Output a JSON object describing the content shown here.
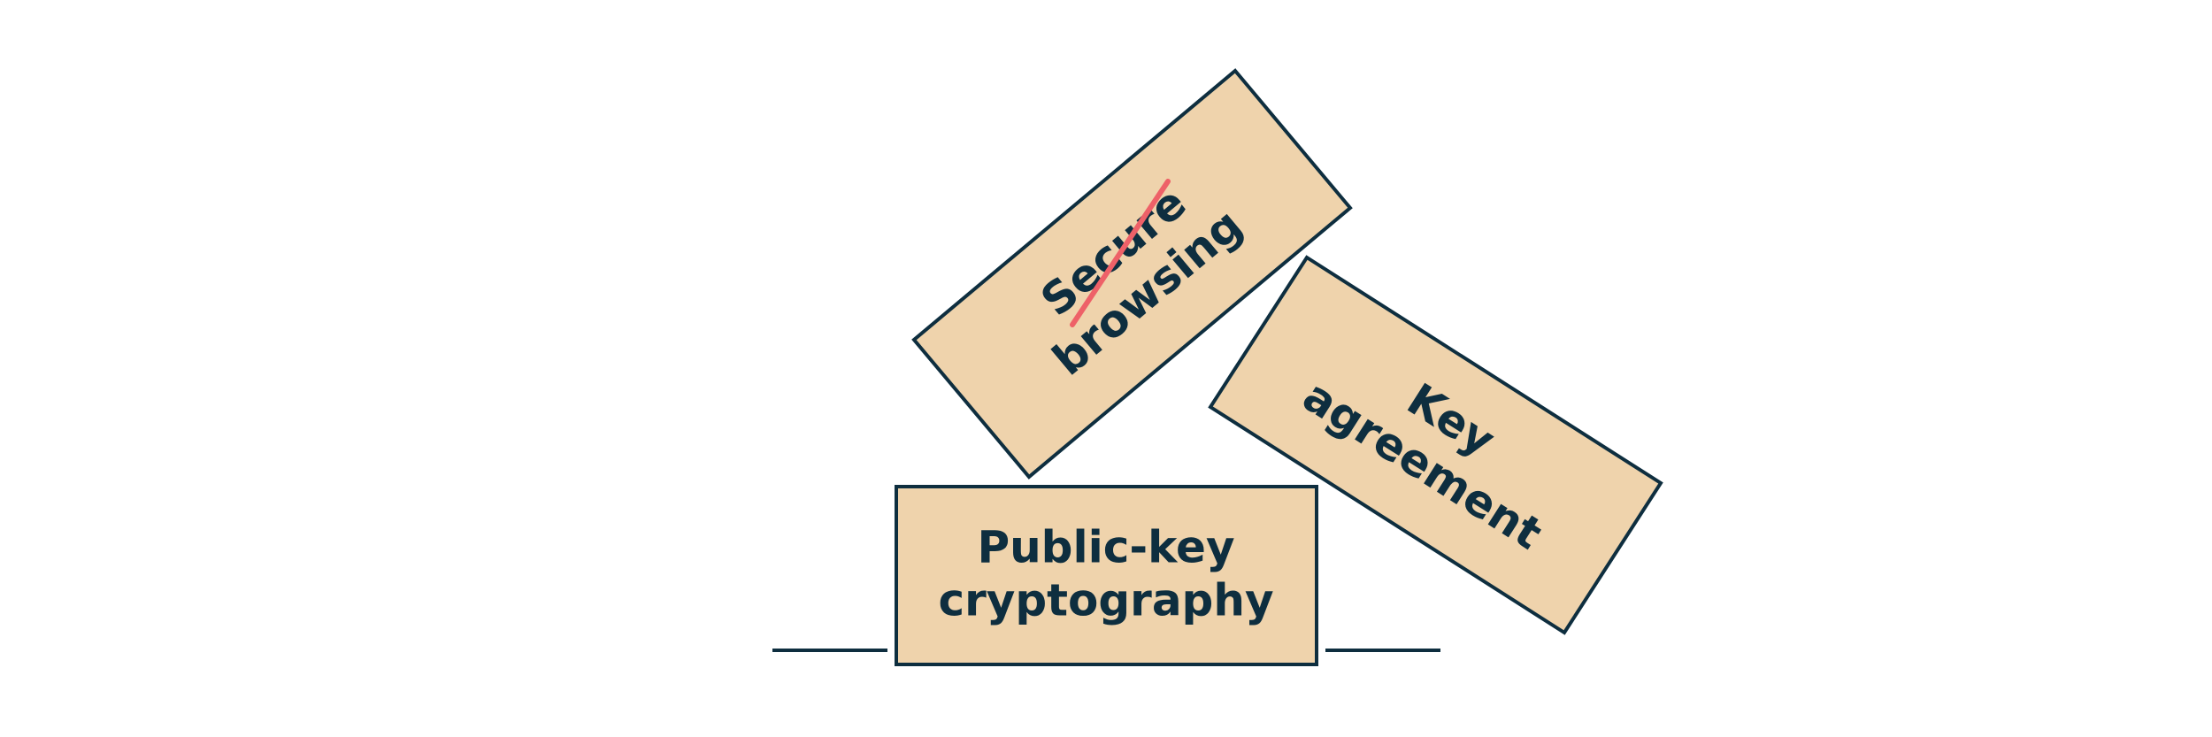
{
  "colors": {
    "block_fill": "#EFD3AC",
    "outline": "#0E2E3F",
    "text": "#0E2E3F",
    "strike": "#EE6168",
    "background": "#FFFFFF"
  },
  "blocks": {
    "public_key": {
      "line1": "Public-key",
      "line2": "cryptography"
    },
    "secure_browsing": {
      "line1": "Secure",
      "line2": "browsing",
      "line1_struck_through": true
    },
    "key_agreement": {
      "line1": "Key",
      "line2": "agreement"
    }
  }
}
